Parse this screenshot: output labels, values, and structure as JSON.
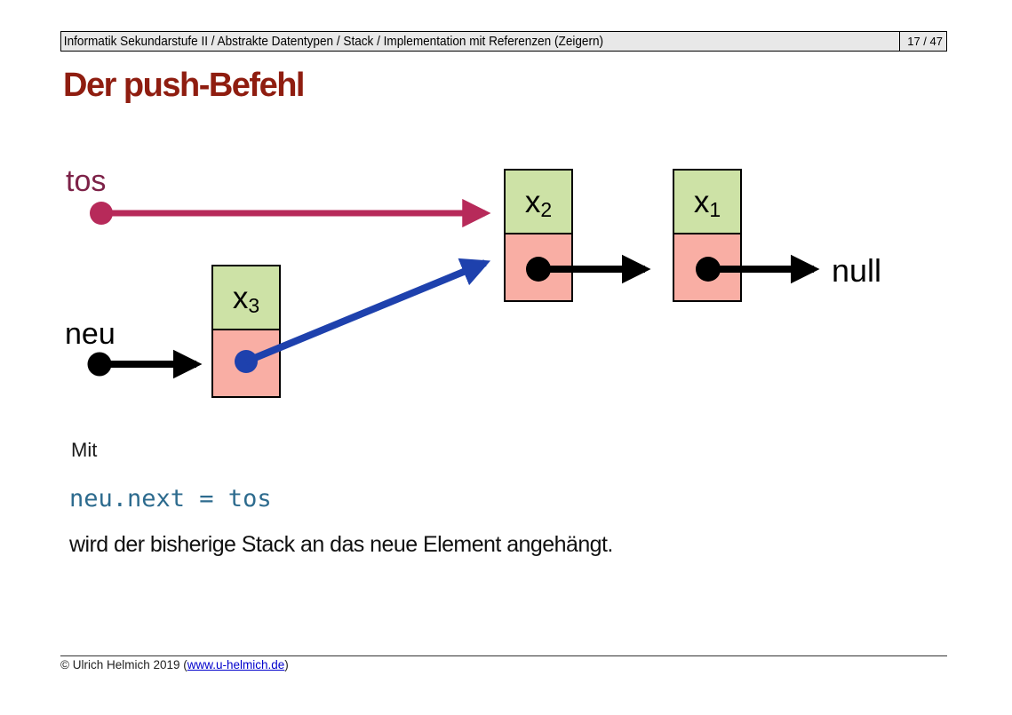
{
  "colors": {
    "bar_bg": "#e8e8e8",
    "title": "#8f1d10",
    "tos_text": "#7d2248",
    "crimson": "#b72a5a",
    "blue": "#1e41ad",
    "cell_green": "#cde2a6",
    "cell_pink": "#f9aea4",
    "code": "#2d6b8e",
    "link": "#0000cc"
  },
  "header": {
    "breadcrumb": "Informatik Sekundarstufe II / Abstrakte Datentypen / Stack / Implementation mit Referenzen (Zeigern)",
    "page_indicator": "17 / 47"
  },
  "title": "Der push-Befehl",
  "diagram": {
    "tos_label": "tos",
    "neu_label": "neu",
    "null_label": "null",
    "nodes": [
      {
        "id": "x3",
        "base": "x",
        "sub": "3"
      },
      {
        "id": "x2",
        "base": "x",
        "sub": "2"
      },
      {
        "id": "x1",
        "base": "x",
        "sub": "1"
      }
    ]
  },
  "body": {
    "intro": "Mit",
    "code": "neu.next = tos",
    "explanation": "wird der bisherige Stack an das neue Element angehängt."
  },
  "footer": {
    "prefix": "© Ulrich Helmich 2019 (",
    "link_text": "www.u-helmich.de",
    "suffix": ")"
  }
}
